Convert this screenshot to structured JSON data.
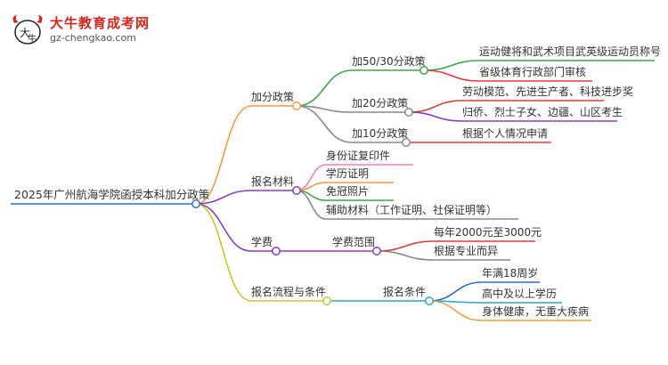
{
  "brand": {
    "title": "大牛教育成考网",
    "url": "gz-chengkao.com",
    "mark_text": "大牛"
  },
  "mindmap": {
    "root": "2025年广州航海学院函授本科加分政策",
    "branches": [
      {
        "label": "加分政策",
        "color": "#f39c3d",
        "children": [
          {
            "label": "加50/30分政策",
            "color": "#3aa84a",
            "children": [
              {
                "label": "运动健将和武术项目武英级运动员称号",
                "color": "#3aa84a"
              },
              {
                "label": "省级体育行政部门审核",
                "color": "#e03b3b"
              }
            ]
          },
          {
            "label": "加20分政策",
            "color": "#888888",
            "children": [
              {
                "label": "劳动模范、先进生产者、科技进步奖",
                "color": "#e03b3b"
              },
              {
                "label": "归侨、烈士子女、边疆、山区考生",
                "color": "#8e3bbf"
              }
            ]
          },
          {
            "label": "加10分政策",
            "color": "#888888",
            "children": [
              {
                "label": "根据个人情况申请",
                "color": "#e03b3b"
              }
            ]
          }
        ]
      },
      {
        "label": "报名材料",
        "color": "#8e3bbf",
        "children": [
          {
            "label": "身份证复印件",
            "color": "#f07fc4"
          },
          {
            "label": "学历证明",
            "color": "#f39c3d"
          },
          {
            "label": "免冠照片",
            "color": "#3aa84a"
          },
          {
            "label": "辅助材料（工作证明、社保证明等）",
            "color": "#888888"
          }
        ]
      },
      {
        "label": "学费",
        "color": "#8e3bbf",
        "children": [
          {
            "label": "学费范围",
            "color": "#8e3bbf",
            "children": [
              {
                "label": "每年2000元至3000元",
                "color": "#e03b3b"
              },
              {
                "label": "根据专业而异",
                "color": "#888888"
              }
            ]
          }
        ]
      },
      {
        "label": "报名流程与条件",
        "color": "#c8c82a",
        "children": [
          {
            "label": "报名条件",
            "color": "#2aa9c8",
            "children": [
              {
                "label": "年满18周岁",
                "color": "#2a6fc8"
              },
              {
                "label": "高中及以上学历",
                "color": "#2aa9c8"
              },
              {
                "label": "身体健康，无重大疾病",
                "color": "#f39c3d"
              }
            ]
          }
        ]
      }
    ]
  }
}
